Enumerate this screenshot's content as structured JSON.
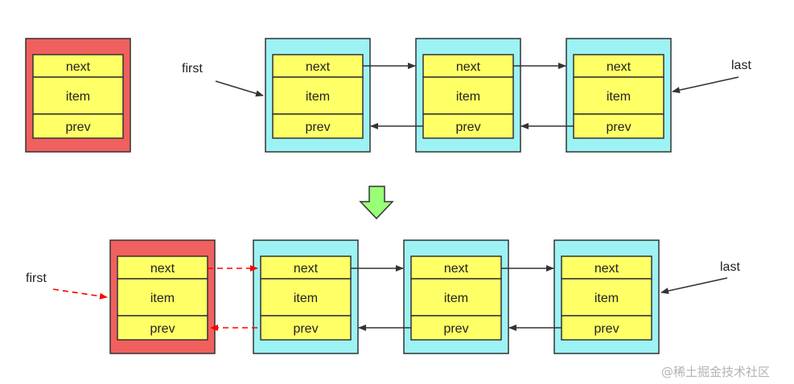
{
  "colors": {
    "new_node": "#f0605e",
    "list_node": "#9df2f4",
    "field": "#ffff66",
    "border": "#333333",
    "arrow": "#333333",
    "new_link": "#ff0000",
    "transition_arrow": "#99ff77"
  },
  "field_labels": {
    "next": "next",
    "item": "item",
    "prev": "prev"
  },
  "before": {
    "first_label": "first",
    "last_label": "last"
  },
  "after": {
    "first_label": "first",
    "last_label": "last"
  },
  "transition_icon": "down-arrow-icon",
  "watermark": "@稀土掘金技术社区"
}
